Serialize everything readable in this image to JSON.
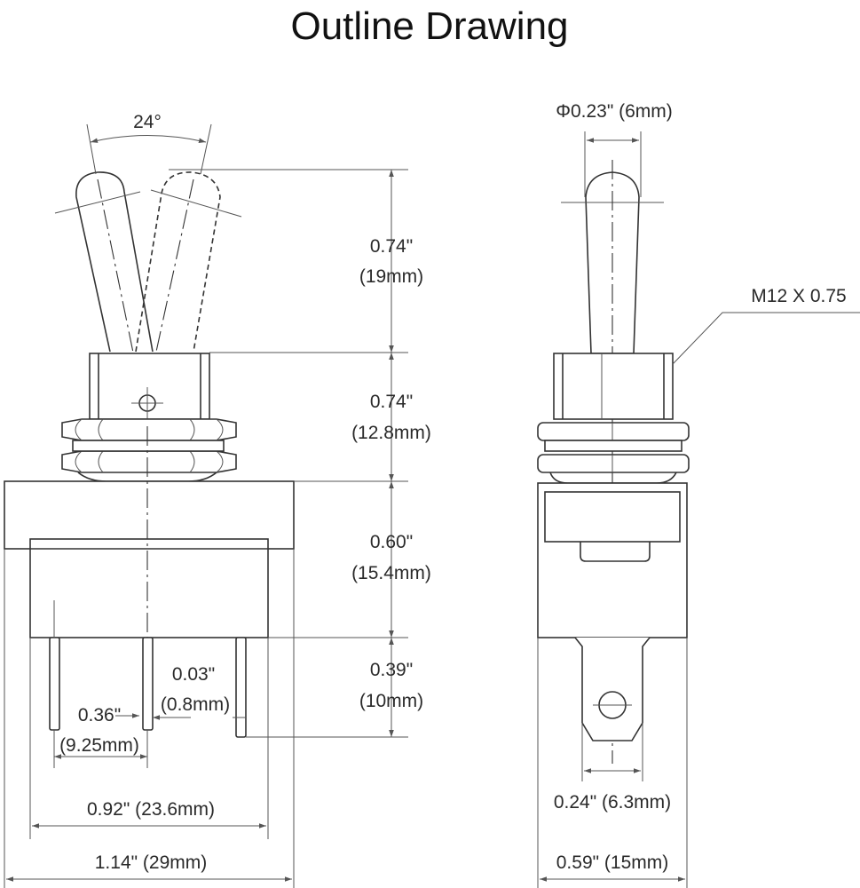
{
  "title": "Outline Drawing",
  "front_view": {
    "angle": "24°",
    "lever_length": [
      "0.74\"",
      "(19mm)"
    ],
    "bushing_height": [
      "0.74\"",
      "(12.8mm)"
    ],
    "body_height": [
      "0.60\"",
      "(15.4mm)"
    ],
    "terminal_length": [
      "0.39\"",
      "(10mm)"
    ],
    "terminal_thickness": [
      "0.03\"",
      "(0.8mm)"
    ],
    "terminal_pitch": [
      "0.36\"",
      "(9.25mm)"
    ],
    "base_width": "0.92\" (23.6mm)",
    "overall_width": "1.14\" (29mm)"
  },
  "side_view": {
    "lever_diameter": "Φ0.23\" (6mm)",
    "thread": "M12 X 0.75",
    "terminal_width": "0.24\" (6.3mm)",
    "overall_depth": "0.59\" (15mm)"
  }
}
